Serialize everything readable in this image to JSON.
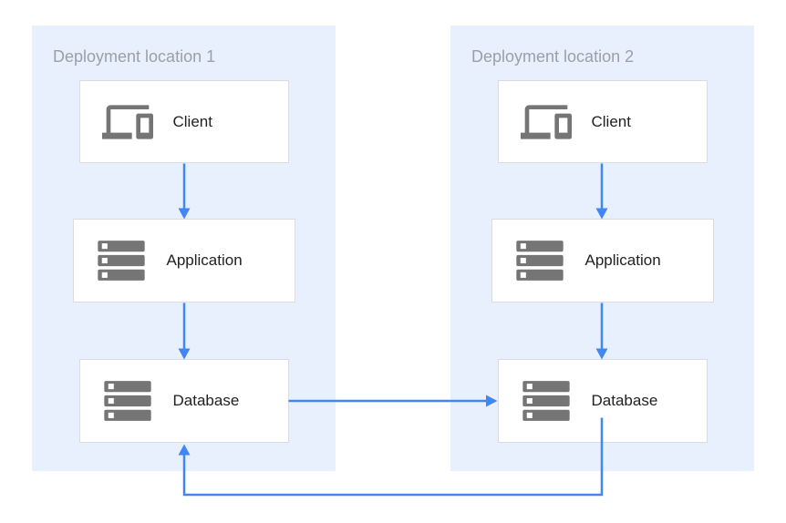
{
  "diagram": {
    "locations": [
      {
        "label": "Deployment location 1",
        "nodes": [
          {
            "label": "Client",
            "icon": "devices-icon"
          },
          {
            "label": "Application",
            "icon": "server-stack-icon"
          },
          {
            "label": "Database",
            "icon": "server-stack-icon"
          }
        ]
      },
      {
        "label": "Deployment location 2",
        "nodes": [
          {
            "label": "Client",
            "icon": "devices-icon"
          },
          {
            "label": "Application",
            "icon": "server-stack-icon"
          },
          {
            "label": "Database",
            "icon": "server-stack-icon"
          }
        ]
      }
    ],
    "connections": [
      {
        "from": "location-1 Client",
        "to": "location-1 Application"
      },
      {
        "from": "location-1 Application",
        "to": "location-1 Database"
      },
      {
        "from": "location-2 Client",
        "to": "location-2 Application"
      },
      {
        "from": "location-2 Application",
        "to": "location-2 Database"
      },
      {
        "from": "location-1 Database",
        "to": "location-2 Database"
      },
      {
        "from": "location-2 Database",
        "to": "location-1 Database"
      }
    ],
    "colors": {
      "panel_bg": "#E8F0FE",
      "arrow": "#4285F4",
      "icon_gray": "#757575",
      "box_border": "#DADCE0",
      "panel_label": "#9AA0A6",
      "node_label": "#212121",
      "background": "#FFFFFF"
    }
  }
}
